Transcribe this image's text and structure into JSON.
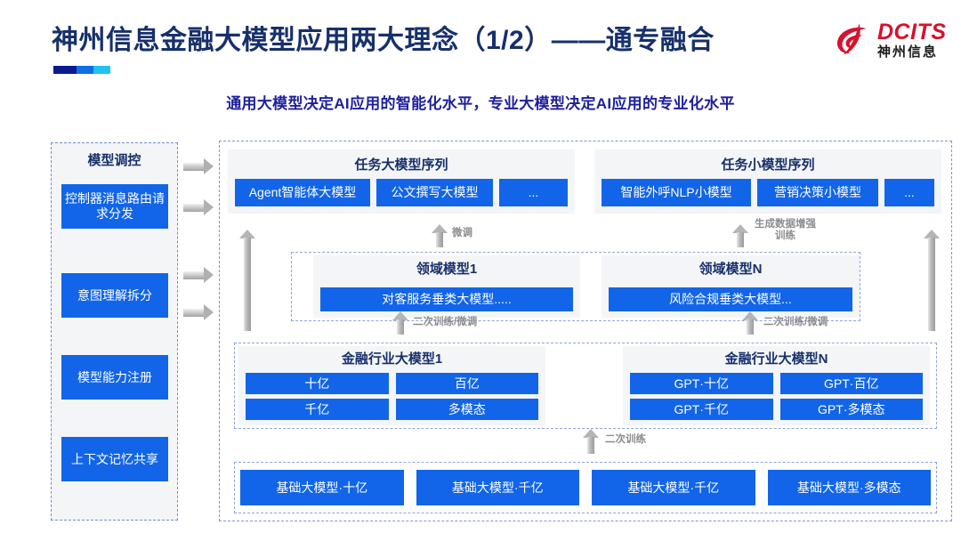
{
  "header": {
    "title": "神州信息金融大模型应用两大理念（1/2）——通专融合",
    "subtitle": "通用大模型决定AI应用的智能化水平，专业大模型决定AI应用的专业化水平",
    "brand": {
      "name": "DCITS",
      "sub": "神州信息",
      "mark_icon": "dcits-swirl-icon",
      "red": "#d6122e",
      "navy": "#17306b"
    },
    "accent_bar_colors": [
      "#0a1a8c",
      "#0f6fe0",
      "#1fc2ef"
    ]
  },
  "control_column": {
    "title": "模型调控",
    "items": [
      {
        "label": "控制器消息路由请求分发"
      },
      {
        "label": "意图理解拆分"
      },
      {
        "label": "模型能力注册"
      },
      {
        "label": "上下文记忆共享"
      }
    ]
  },
  "task_panels": [
    {
      "title": "任务大模型序列",
      "chips": [
        "Agent智能体大模型",
        "公文撰写大模型",
        "..."
      ]
    },
    {
      "title": "任务小模型序列",
      "chips": [
        "智能外呼NLP小模型",
        "营销决策小模型",
        "..."
      ]
    }
  ],
  "domain_panels": [
    {
      "title": "领域模型1",
      "chip": "对客服务垂类大模型....."
    },
    {
      "title": "领域模型N",
      "chip": "风险合规垂类大模型..."
    }
  ],
  "industry_panels": [
    {
      "title": "金融行业大模型1",
      "chips": [
        "十亿",
        "百亿",
        "千亿",
        "多模态"
      ]
    },
    {
      "title": "金融行业大模型N",
      "chips": [
        "GPT·十亿",
        "GPT·百亿",
        "GPT·千亿",
        "GPT·多模态"
      ]
    }
  ],
  "base_models": [
    "基础大模型·十亿",
    "基础大模型·千亿",
    "基础大模型·千亿",
    "基础大模型·多模态"
  ],
  "arrow_labels": {
    "fine_tune": "微调",
    "gen_data_aug": "生成数据增强\n训练",
    "retrain_finetune_left": "二次训练/微调",
    "retrain_finetune_right": "二次训练/微调",
    "retrain": "二次训练"
  },
  "colors": {
    "chip_blue": "#1265e8",
    "panel_gray": "#f4f5f7",
    "dashed_blue": "#7d95d4",
    "title_navy": "#17306b",
    "subtitle_blue": "#1d1f9c",
    "arrow_gray": "#b0b0b0"
  }
}
